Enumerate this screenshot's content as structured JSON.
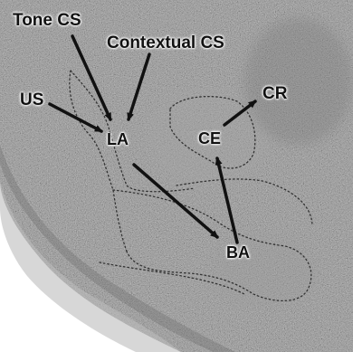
{
  "labels": {
    "tone_cs": "Tone CS",
    "contextual_cs": "Contextual CS",
    "us": "US",
    "la": "LA",
    "ce": "CE",
    "cr": "CR",
    "ba": "BA"
  },
  "connections": [
    {
      "from": "tone_cs",
      "to": "la"
    },
    {
      "from": "contextual_cs",
      "to": "la"
    },
    {
      "from": "us",
      "to": "la"
    },
    {
      "from": "la",
      "to": "ba"
    },
    {
      "from": "ba",
      "to": "ce"
    },
    {
      "from": "ce",
      "to": "cr"
    }
  ],
  "colors": {
    "tissue": "#8e8e8e",
    "background": "#ffffff",
    "ink": "#111111"
  }
}
